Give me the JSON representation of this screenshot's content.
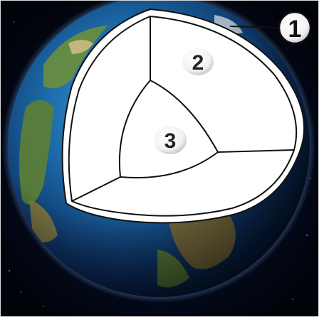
{
  "diagram": {
    "labels": [
      {
        "id": "layer-1",
        "text": "1"
      },
      {
        "id": "layer-2",
        "text": "2"
      },
      {
        "id": "layer-3",
        "text": "3"
      }
    ]
  }
}
